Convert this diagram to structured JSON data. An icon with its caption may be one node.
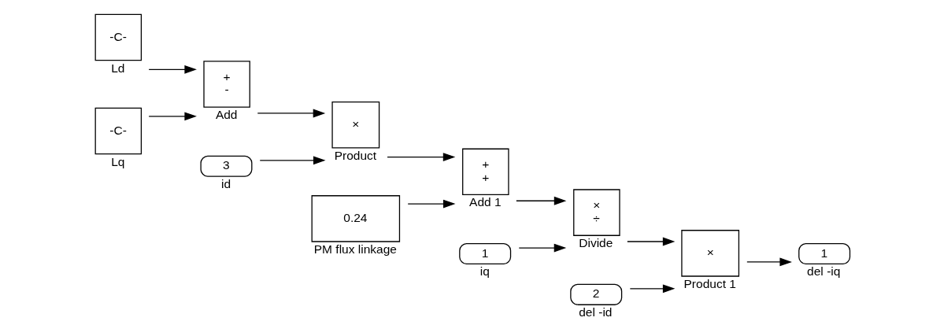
{
  "diagram": {
    "nodes": [
      {
        "text": [
          "-C-"
        ],
        "beside": [
          "Ld"
        ]
      },
      {
        "text": [
          "-C-"
        ],
        "beside": [
          "Lq"
        ]
      },
      {
        "text": [
          "3"
        ],
        "beside": [
          "id"
        ]
      },
      {
        "text": [
          "+",
          "-"
        ],
        "beside": [
          "Add"
        ]
      },
      {
        "text": [
          "×"
        ],
        "beside": [
          "Product"
        ]
      },
      {
        "text": [
          "1"
        ],
        "beside": [
          "iq"
        ]
      },
      {
        "text": [
          "0.24"
        ],
        "beside": [
          "PM flux linkage"
        ]
      },
      {
        "text": [
          "+",
          "+"
        ],
        "beside": [
          "Add 1"
        ]
      },
      {
        "text": [
          "×",
          "÷"
        ],
        "beside": [
          "Divide"
        ]
      },
      {
        "text": [
          "2"
        ],
        "beside": [
          "del -id"
        ]
      },
      {
        "text": [
          "×"
        ],
        "beside": [
          "Product 1"
        ]
      },
      {
        "text": [
          "1"
        ],
        "beside": [
          "del -iq"
        ]
      }
    ],
    "edges": [
      {
        "from": 0,
        "to": 3,
        "arrow": "to"
      },
      {
        "from": 1,
        "to": 3,
        "arrow": "to"
      },
      {
        "from": 3,
        "to": 4,
        "arrow": "to"
      },
      {
        "from": 2,
        "to": 4,
        "arrow": "to"
      },
      {
        "from": 4,
        "to": 7,
        "arrow": "to"
      },
      {
        "from": 6,
        "to": 7,
        "arrow": "to"
      },
      {
        "from": 5,
        "to": 8,
        "arrow": "to"
      },
      {
        "from": 7,
        "to": 8,
        "arrow": "to"
      },
      {
        "from": 8,
        "to": 10,
        "arrow": "to"
      },
      {
        "from": 9,
        "to": 10,
        "arrow": "to"
      },
      {
        "from": 10,
        "to": 11,
        "arrow": "to"
      }
    ]
  }
}
